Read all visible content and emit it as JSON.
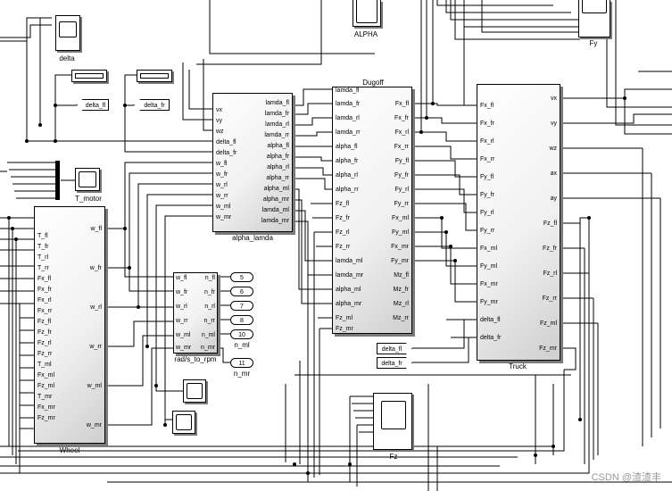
{
  "blocks": {
    "dugoff": {
      "name": "Dugoff",
      "inputs": [
        "lamda_fl",
        "lamda_fr",
        "lamda_rl",
        "lamda_rr",
        "alpha_fl",
        "alpha_fr",
        "alpha_rl",
        "alpha_rr",
        "Fz_fl",
        "Fz_fr",
        "Fz_rl",
        "Fz_rr",
        "lamda_ml",
        "lamda_mr",
        "alpha_ml",
        "alpha_mr",
        "Fz_ml",
        "Fz_mr"
      ],
      "outputs": [
        "Fx_fl",
        "Fx_fr",
        "Fx_rl",
        "Fx_rr",
        "Fy_fl",
        "Fy_fr",
        "Fy_rl",
        "Fy_rr",
        "Fx_ml",
        "Fy_ml",
        "Fx_mr",
        "Fy_mr",
        "Mz_fl",
        "Mz_fr",
        "Mz_rl",
        "Mz_rr"
      ]
    },
    "alpha_lamda": {
      "name": "alpha_lamda",
      "inputs": [
        "vx",
        "vy",
        "wz",
        "delta_fl",
        "delta_fr",
        "w_fl",
        "w_fr",
        "w_rl",
        "w_rr",
        "w_ml",
        "w_mr"
      ],
      "outputs": [
        "lamda_fl",
        "lamda_fr",
        "lamda_rl",
        "lamda_rr",
        "alpha_fl",
        "alpha_fr",
        "alpha_rl",
        "alpha_rr",
        "alpha_ml",
        "alpha_mr",
        "lamda_ml",
        "lamda_mr"
      ]
    },
    "truck": {
      "name": "Truck",
      "inputs": [
        "Fx_fl",
        "Fx_fr",
        "Fx_rl",
        "Fx_rr",
        "Fy_fl",
        "Fy_fr",
        "Fy_rl",
        "Fy_rr",
        "Fx_ml",
        "Fy_ml",
        "Fx_mr",
        "Fy_mr",
        "delta_fl",
        "delta_fr"
      ],
      "outputs": [
        "vx",
        "vy",
        "wz",
        "ax",
        "ay",
        "Fz_fl",
        "Fz_fr",
        "Fz_rl",
        "Fz_rr",
        "Fz_ml",
        "Fz_mr"
      ]
    },
    "wheel": {
      "name": "Wheel",
      "inputs": [
        "T_fl",
        "T_fr",
        "T_rl",
        "T_rr",
        "Fx_fl",
        "Fx_fr",
        "Fx_rl",
        "Fx_rr",
        "Fz_fl",
        "Fz_fr",
        "Fz_rl",
        "Fz_rr",
        "T_ml",
        "Fx_ml",
        "Fz_ml",
        "T_mr",
        "Fx_mr",
        "Fz_mr"
      ],
      "outputs": [
        "w_fl",
        "w_fr",
        "w_rl",
        "w_rr",
        "w_ml",
        "w_mr"
      ]
    },
    "rad2rpm": {
      "name": "rad/s_to_rpm",
      "inputs": [
        "w_fl",
        "w_fr",
        "w_rl",
        "w_rr",
        "w_ml",
        "w_mr"
      ],
      "outputs": [
        "n_fl",
        "n_fr",
        "n_rl",
        "n_rr",
        "n_ml",
        "n_mr"
      ]
    }
  },
  "labels": {
    "delta": "delta",
    "t_motor": "T_motor",
    "alpha": "ALPHA",
    "fy": "Fy",
    "fz": "Fz",
    "n_ml": "n_ml",
    "n_mr": "n_mr"
  },
  "goto_tags": [
    "delta_fl",
    "delta_fr"
  ],
  "from_tags": [
    "delta_fl",
    "delta_fr"
  ],
  "outports": [
    "5",
    "6",
    "7",
    "8",
    "10",
    "11"
  ],
  "watermark": "CSDN @渣渣丰"
}
